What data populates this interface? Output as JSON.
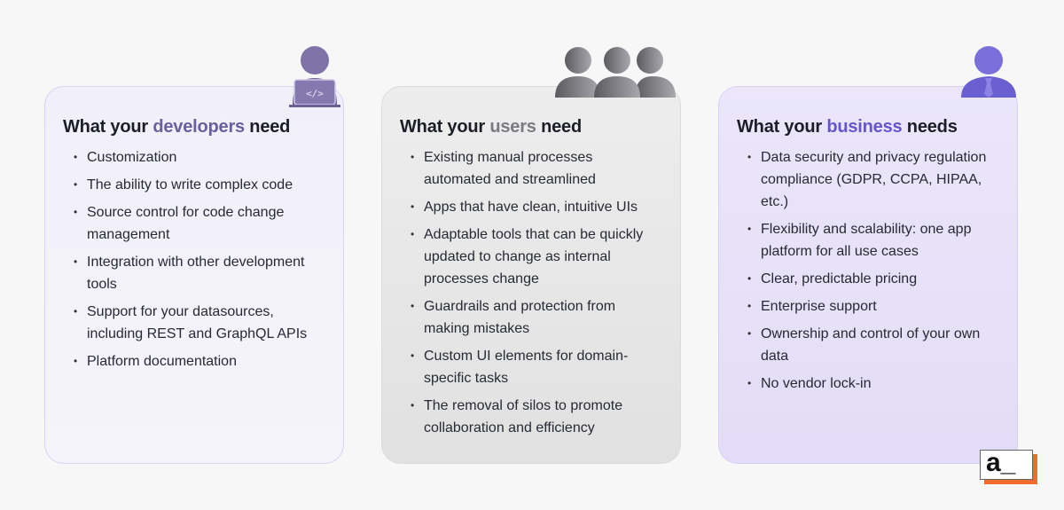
{
  "cards": [
    {
      "title_pre": "What your ",
      "title_accent": "developers",
      "title_post": " need",
      "accent": "#6b5f9e",
      "items": [
        "Customization",
        "The ability to write complex code",
        "Source control for code change management",
        "Integration with other development tools",
        "Support for your datasources, including REST and GraphQL APIs",
        "Platform documentation"
      ]
    },
    {
      "title_pre": "What your ",
      "title_accent": "users",
      "title_post": " need",
      "accent": "#7b7b83",
      "items": [
        "Existing manual processes automated and streamlined",
        "Apps that have clean, intuitive UIs",
        "Adaptable tools that can be quickly updated to change as internal processes change",
        "Guardrails and protection from making mistakes",
        "Custom UI elements for domain-specific tasks",
        "The removal of silos to promote collaboration and efficiency"
      ]
    },
    {
      "title_pre": "What your ",
      "title_accent": "business",
      "title_post": " needs",
      "accent": "#6655cc",
      "items": [
        "Data security and privacy regulation compliance (GDPR, CCPA, HIPAA, etc.)",
        "Flexibility and scalability: one app platform for all use cases",
        "Clear, predictable pricing",
        "Enterprise support",
        "Ownership and control of your own data",
        "No vendor lock-in"
      ]
    }
  ],
  "logo": {
    "text": "a_",
    "shadow_color": "#f26a2c"
  }
}
